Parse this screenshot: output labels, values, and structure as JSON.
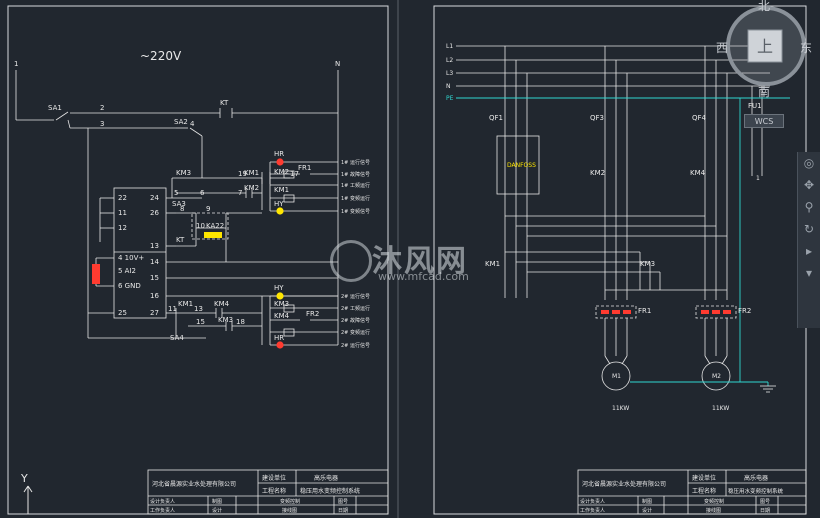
{
  "left_sheet": {
    "voltage_label": "~220V",
    "line_label": "1",
    "neutral_label": "N",
    "switch_sa1": "SA1",
    "switch_sa2": "SA2",
    "switch_sa3": "SA3",
    "switch_sa4": "SA4",
    "relay_kt": "KT",
    "relay_ka22": "KA22",
    "node_labels": [
      "2",
      "3",
      "4",
      "5",
      "6",
      "7",
      "8",
      "9",
      "10",
      "11",
      "12",
      "13",
      "14",
      "15",
      "16",
      "17",
      "18",
      "19"
    ],
    "controller_pins": {
      "p22": "22",
      "p11": "11",
      "p12": "12",
      "p4": "4 10V+",
      "p5": "5 AI2",
      "p6": "6 GND",
      "p25": "25",
      "r24": "24",
      "r26": "26",
      "r13": "13",
      "r14": "14",
      "r15": "15",
      "r16": "16",
      "r27": "27"
    },
    "components": {
      "hr1": "HR",
      "km2a": "KM2",
      "km1a": "KM1",
      "hy1": "HY",
      "fr1": "FR1",
      "hy2": "HY",
      "km3b": "KM3",
      "km4b": "KM4",
      "hr2": "HR",
      "fr2": "FR2",
      "km3a": "KM3",
      "km1b": "KM1",
      "km2b": "KM2",
      "km4c": "KM4",
      "km3c": "KM3",
      "km1c": "KM1",
      "kt2": "KT"
    },
    "title_block": {
      "company": "河北省晨源实业水处理有限公司",
      "build_unit_label": "建设单位",
      "build_unit_value": "高乐电器",
      "project_label": "工程名称",
      "project_value": "稳压用水变频控制系统",
      "design_lead": "设计负责人",
      "work_lead": "工作负责人",
      "drawn": "制图",
      "design": "设计",
      "drawing_desc": "变频控制",
      "drawing_desc2": "接线图",
      "drawing_no": "图号",
      "date": "日期"
    }
  },
  "right_sheet": {
    "bus_labels": [
      "L1",
      "L2",
      "L3",
      "N",
      "PE"
    ],
    "breakers": [
      "QF1",
      "QF3",
      "QF4"
    ],
    "danfoss_label": "DANFOSS",
    "fuse": "FU1",
    "contactors": [
      "KM2",
      "KM4",
      "KM1",
      "KM3"
    ],
    "overloads": [
      "FR1",
      "FR2"
    ],
    "motors": [
      {
        "label": "M1",
        "rating": "11KW"
      },
      {
        "label": "M2",
        "rating": "11KW"
      }
    ],
    "misc_label": "1",
    "title_block": {
      "company": "河北省晨源实业水处理有限公司",
      "build_unit_label": "建设单位",
      "build_unit_value": "高乐电器",
      "project_label": "工程名称",
      "project_value": "稳压用水变频控制系统",
      "design_lead": "设计负责人",
      "work_lead": "工作负责人",
      "drawn": "制图",
      "design": "设计",
      "drawing_desc": "变频控制",
      "drawing_desc2": "接线图",
      "drawing_no": "图号",
      "date": "日期"
    }
  },
  "viewcube": {
    "north": "北",
    "south": "南",
    "east": "东",
    "west": "西",
    "top": "上",
    "wcs": "WCS"
  },
  "watermark": {
    "main": "沐风网",
    "sub": "www.mfcad.com"
  },
  "ucs": "Y",
  "colors": {
    "background": "#21272f",
    "line": "#e8e8e8",
    "red": "#ff3b30",
    "yellow": "#ffe600",
    "cyan": "#2fd7d0"
  }
}
